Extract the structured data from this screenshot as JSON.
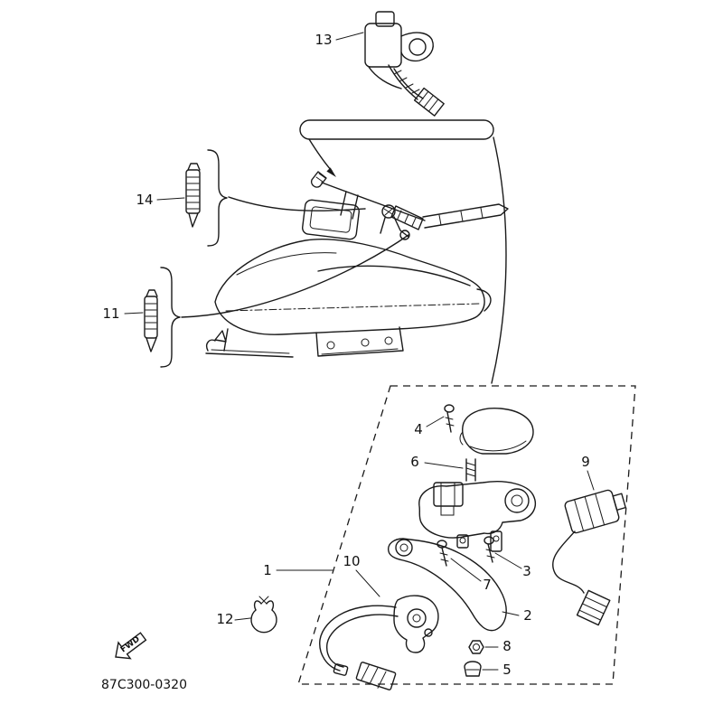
{
  "diagram": {
    "title_hint": "exploded-parts-diagram",
    "part_code": "87C300-0320",
    "fwd_label": "FWD",
    "line_color": "#1a1a1a",
    "background": "#ffffff",
    "callouts": [
      {
        "id": "1"
      },
      {
        "id": "2"
      },
      {
        "id": "3"
      },
      {
        "id": "4"
      },
      {
        "id": "5"
      },
      {
        "id": "6"
      },
      {
        "id": "7"
      },
      {
        "id": "8"
      },
      {
        "id": "9"
      },
      {
        "id": "10"
      },
      {
        "id": "11"
      },
      {
        "id": "12"
      },
      {
        "id": "13"
      },
      {
        "id": "14"
      }
    ]
  }
}
